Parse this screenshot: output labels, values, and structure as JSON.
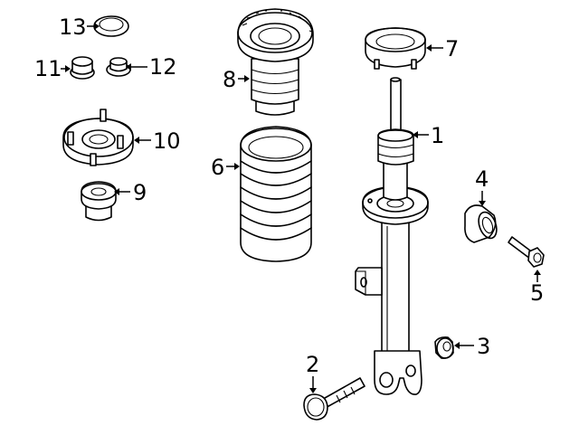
{
  "diagram": {
    "type": "exploded-parts-diagram",
    "line_color": "#000000",
    "background": "#ffffff",
    "callouts": [
      {
        "id": "1",
        "part": "shock-absorber-strut"
      },
      {
        "id": "2",
        "part": "lower-mounting-bolt"
      },
      {
        "id": "3",
        "part": "flange-nut"
      },
      {
        "id": "4",
        "part": "bushing"
      },
      {
        "id": "5",
        "part": "bolt"
      },
      {
        "id": "6",
        "part": "coil-spring"
      },
      {
        "id": "7",
        "part": "spring-seat-upper"
      },
      {
        "id": "8",
        "part": "dust-boot-with-insulator"
      },
      {
        "id": "9",
        "part": "bump-stop"
      },
      {
        "id": "10",
        "part": "upper-strut-mount"
      },
      {
        "id": "11",
        "part": "cap"
      },
      {
        "id": "12",
        "part": "nut-cap"
      },
      {
        "id": "13",
        "part": "washer"
      }
    ]
  }
}
